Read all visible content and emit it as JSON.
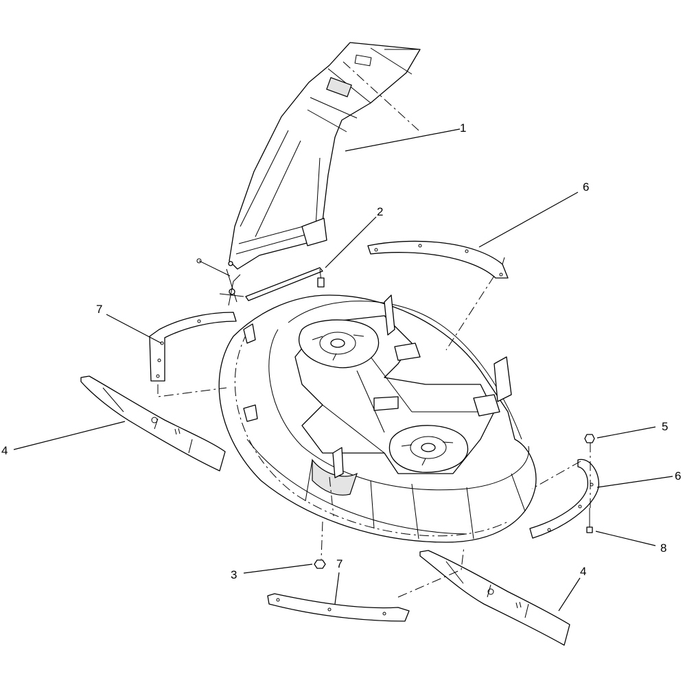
{
  "callouts": [
    {
      "id": "discharge-chute",
      "label": "1"
    },
    {
      "id": "chute-rod",
      "label": "2"
    },
    {
      "id": "nut-lower",
      "label": "3"
    },
    {
      "id": "blade-left",
      "label": "4"
    },
    {
      "id": "blade-right",
      "label": "4"
    },
    {
      "id": "nut-right",
      "label": "5"
    },
    {
      "id": "baffle-top",
      "label": "6"
    },
    {
      "id": "baffle-right",
      "label": "6"
    },
    {
      "id": "baffle-left",
      "label": "7"
    },
    {
      "id": "baffle-bottom",
      "label": "7"
    },
    {
      "id": "bolt-right",
      "label": "8"
    }
  ]
}
